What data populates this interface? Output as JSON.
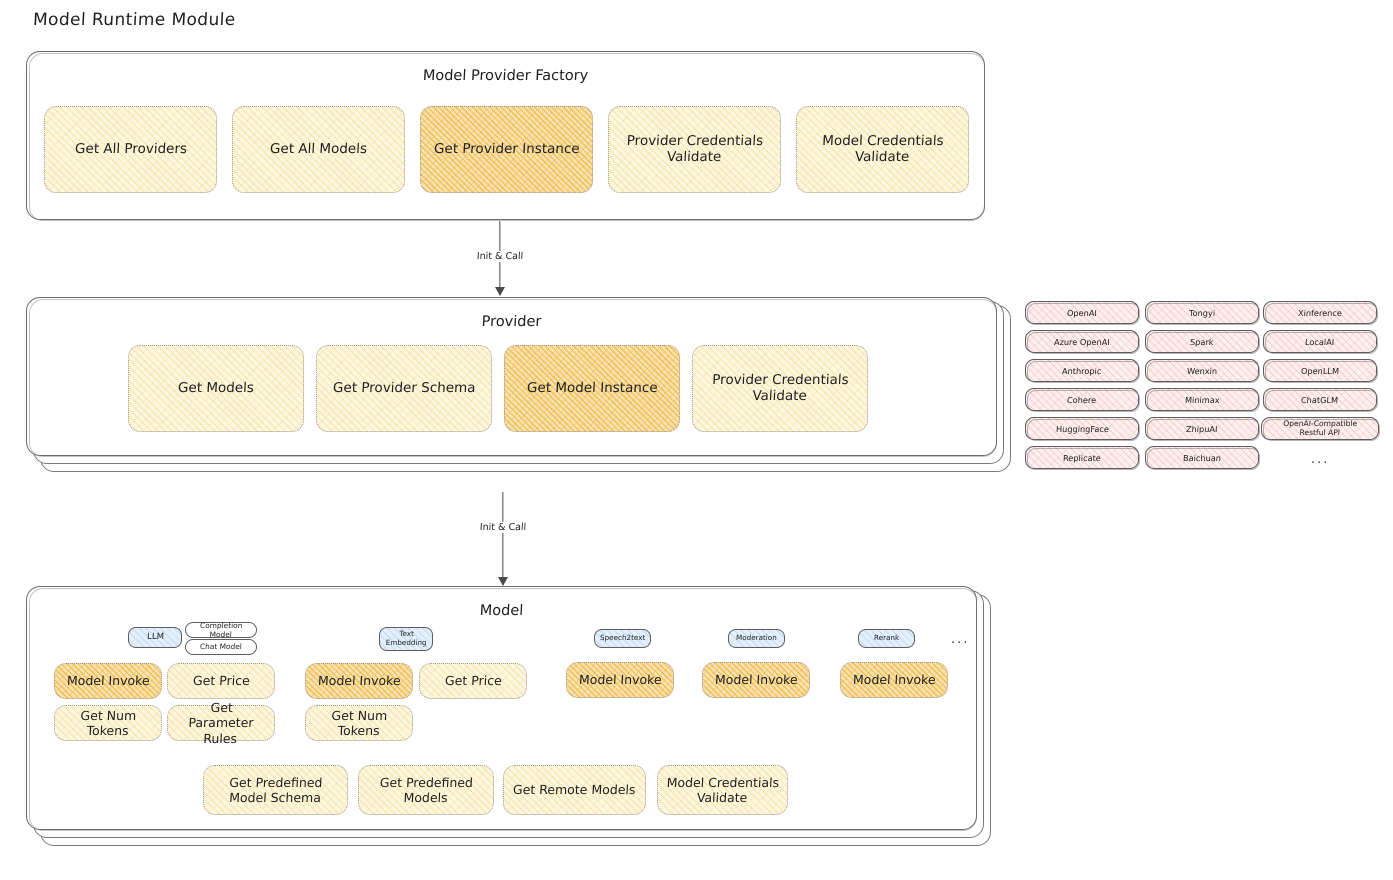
{
  "page": {
    "title": "Model Runtime Module"
  },
  "factory": {
    "title": "Model Provider Factory",
    "nodes": [
      {
        "label": "Get All Providers",
        "highlight": false
      },
      {
        "label": "Get All Models",
        "highlight": false
      },
      {
        "label": "Get Provider Instance",
        "highlight": true
      },
      {
        "label": "Provider Credentials Validate",
        "highlight": false
      },
      {
        "label": "Model Credentials Validate",
        "highlight": false
      }
    ]
  },
  "connector_1": {
    "label": "Init & Call"
  },
  "provider": {
    "title": "Provider",
    "nodes": [
      {
        "label": "Get Models",
        "highlight": false
      },
      {
        "label": "Get Provider Schema",
        "highlight": false
      },
      {
        "label": "Get Model Instance",
        "highlight": true
      },
      {
        "label": "Provider Credentials Validate",
        "highlight": false
      }
    ]
  },
  "provider_list": {
    "columns": [
      [
        "OpenAI",
        "Azure OpenAI",
        "Anthropic",
        "Cohere",
        "HuggingFace",
        "Replicate"
      ],
      [
        "Tongyi",
        "Spark",
        "Wenxin",
        "Minimax",
        "ZhipuAI",
        "Baichuan"
      ],
      [
        "Xinference",
        "LocalAI",
        "OpenLLM",
        "ChatGLM",
        "OpenAI-Compatible Restful API"
      ]
    ],
    "more": "..."
  },
  "connector_2": {
    "label": "Init & Call"
  },
  "model": {
    "title": "Model",
    "more": "...",
    "groups": [
      {
        "tag": "LLM",
        "subtags": [
          "Completion Model",
          "Chat Model"
        ],
        "nodes": [
          {
            "label": "Model Invoke",
            "highlight": true
          },
          {
            "label": "Get Price",
            "highlight": false
          },
          {
            "label": "Get Num Tokens",
            "highlight": false
          },
          {
            "label": "Get Parameter Rules",
            "highlight": false
          }
        ]
      },
      {
        "tag": "Text Embedding",
        "subtags": [],
        "nodes": [
          {
            "label": "Model Invoke",
            "highlight": true
          },
          {
            "label": "Get Price",
            "highlight": false
          },
          {
            "label": "Get Num Tokens",
            "highlight": false
          }
        ]
      },
      {
        "tag": "Speech2text",
        "subtags": [],
        "nodes": [
          {
            "label": "Model Invoke",
            "highlight": true
          }
        ]
      },
      {
        "tag": "Moderation",
        "subtags": [],
        "nodes": [
          {
            "label": "Model Invoke",
            "highlight": true
          }
        ]
      },
      {
        "tag": "Rerank",
        "subtags": [],
        "nodes": [
          {
            "label": "Model Invoke",
            "highlight": true
          }
        ]
      }
    ],
    "shared_nodes": [
      {
        "label": "Get Predefined Model Schema"
      },
      {
        "label": "Get Predefined Models"
      },
      {
        "label": "Get Remote Models"
      },
      {
        "label": "Model Credentials Validate"
      }
    ]
  },
  "colors": {
    "highlight_fill": "#fae3b0",
    "node_fill": "#fdf7e0",
    "provider_chip_fill": "#fdf0ef",
    "tag_fill": "#e3effb",
    "stroke": "#1e1e1e"
  }
}
